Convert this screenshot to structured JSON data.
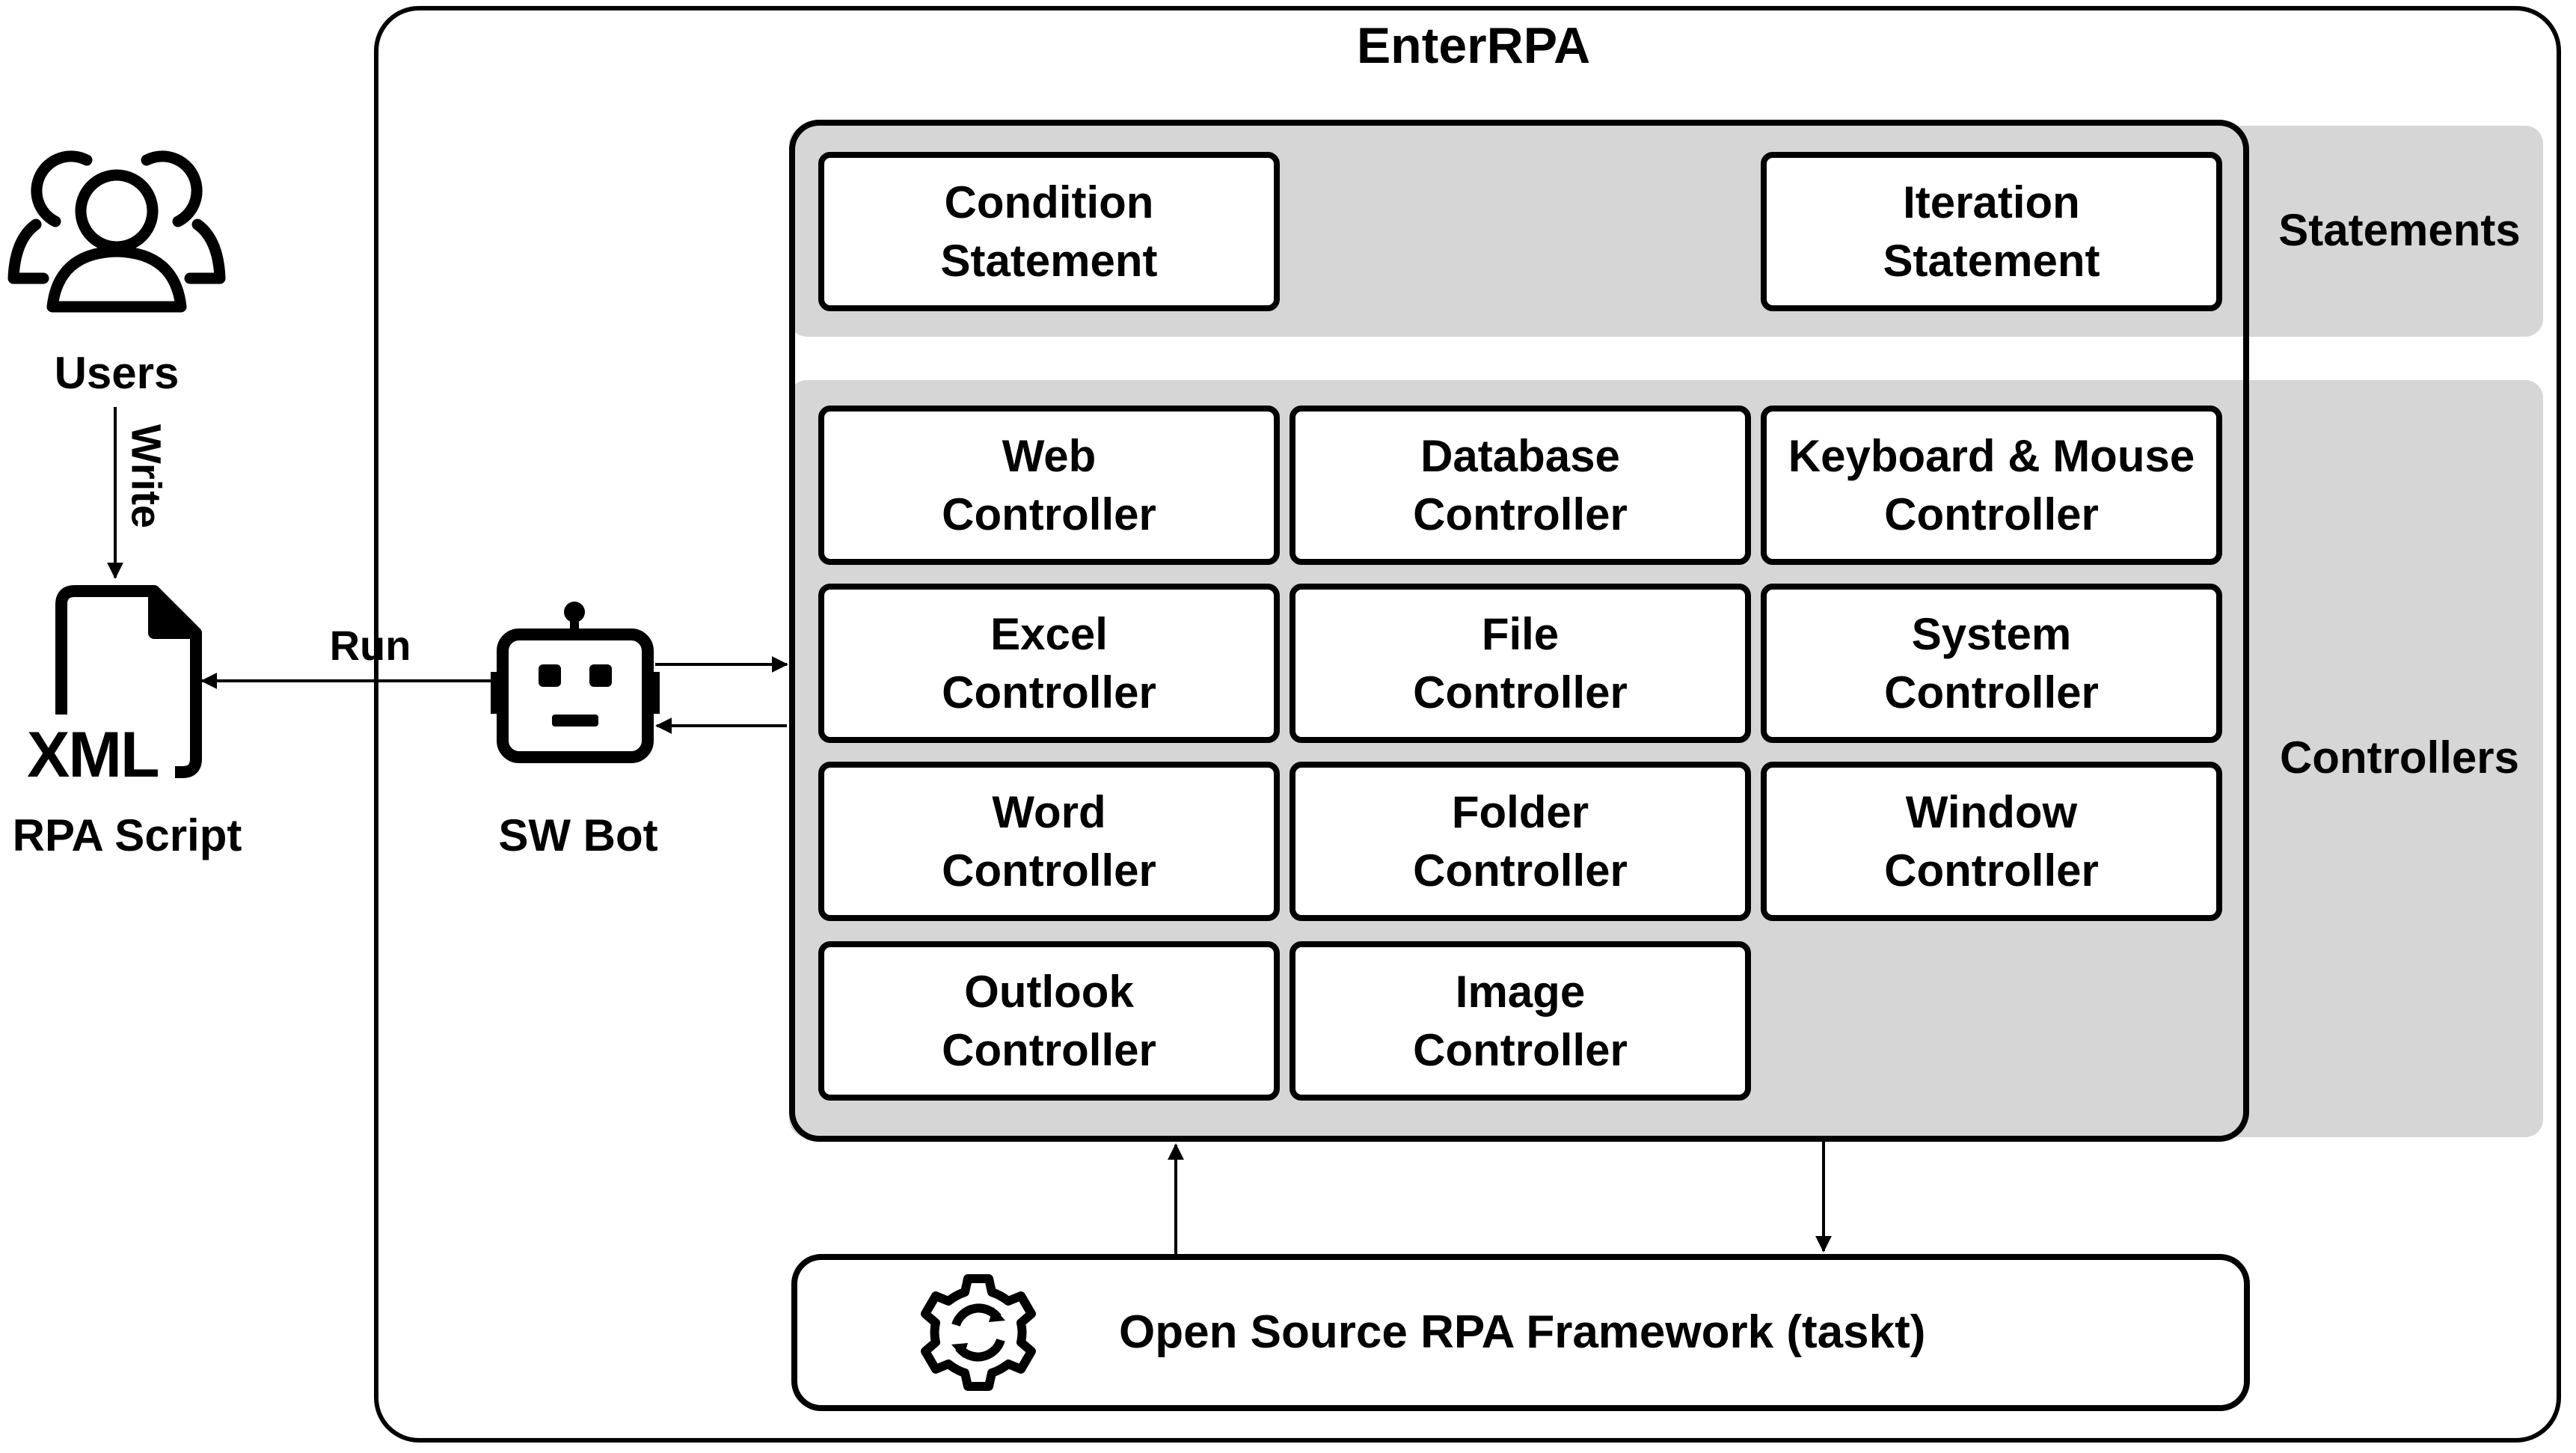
{
  "title": "EnterRPA",
  "users_label": "Users",
  "write_label": "Write",
  "xml_label": "XML",
  "script_label": "RPA Script",
  "run_label": "Run",
  "bot_label": "SW Bot",
  "groups": {
    "statements": "Statements",
    "controllers": "Controllers"
  },
  "statements": [
    "Condition\nStatement",
    "Iteration\nStatement"
  ],
  "controllers": [
    "Web\nController",
    "Database\nController",
    "Keyboard & Mouse\nController",
    "Excel\nController",
    "File\nController",
    "System\nController",
    "Word\nController",
    "Folder\nController",
    "Window\nController",
    "Outlook\nController",
    "Image\nController"
  ],
  "framework_label": "Open Source RPA Framework (taskt)"
}
